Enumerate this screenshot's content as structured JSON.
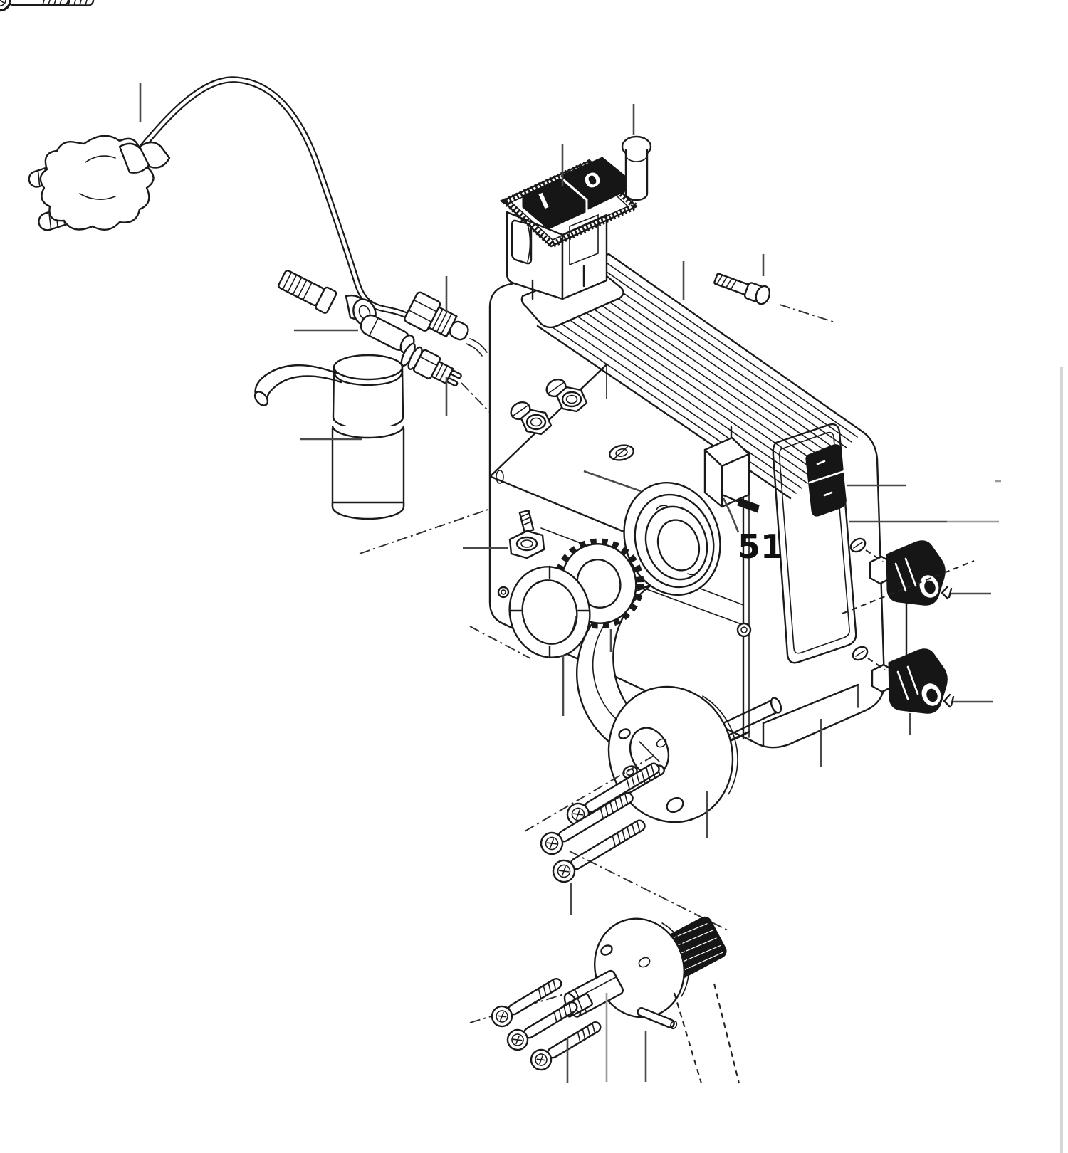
{
  "diagram": {
    "type": "exploded-parts-diagram",
    "background_color": "#ffffff",
    "line_color": "#1a1a1a",
    "leader_line_color": "#4a4a4a",
    "muted_leader_color": "#9a9a9a",
    "page_edge_color": "#d6d6d6",
    "callout": {
      "text": "51"
    },
    "power_switch": {
      "on_glyph": "I",
      "off_glyph": "O"
    },
    "parts": [
      {
        "id": "power-plug-cord"
      },
      {
        "id": "power-switch-block"
      },
      {
        "id": "fastener-pin"
      },
      {
        "id": "finned-motor-housing"
      },
      {
        "id": "hex-head-screw"
      },
      {
        "id": "hose-elbow-fitting"
      },
      {
        "id": "sleeve-fitting"
      },
      {
        "id": "cable-gland-large"
      },
      {
        "id": "cable-gland-small"
      },
      {
        "id": "dispenser-bottle"
      },
      {
        "id": "screw-nut-pair-upper"
      },
      {
        "id": "screw-nut-pair-lower"
      },
      {
        "id": "countersunk-opening"
      },
      {
        "id": "hex-nut-with-stud"
      },
      {
        "id": "slotted-ring-nut"
      },
      {
        "id": "toothed-lock-washer"
      },
      {
        "id": "ball-bearing"
      },
      {
        "id": "limit-switch"
      },
      {
        "id": "side-rocker-switch"
      },
      {
        "id": "terminal-knob-upper"
      },
      {
        "id": "terminal-knob-lower"
      },
      {
        "id": "motor-flange"
      },
      {
        "id": "flange-cap-screws"
      },
      {
        "id": "spindle-head"
      },
      {
        "id": "knurled-nut"
      },
      {
        "id": "collet-shaft"
      },
      {
        "id": "set-screw"
      },
      {
        "id": "dowel-pin"
      },
      {
        "id": "spindle-cap-screws"
      }
    ]
  }
}
